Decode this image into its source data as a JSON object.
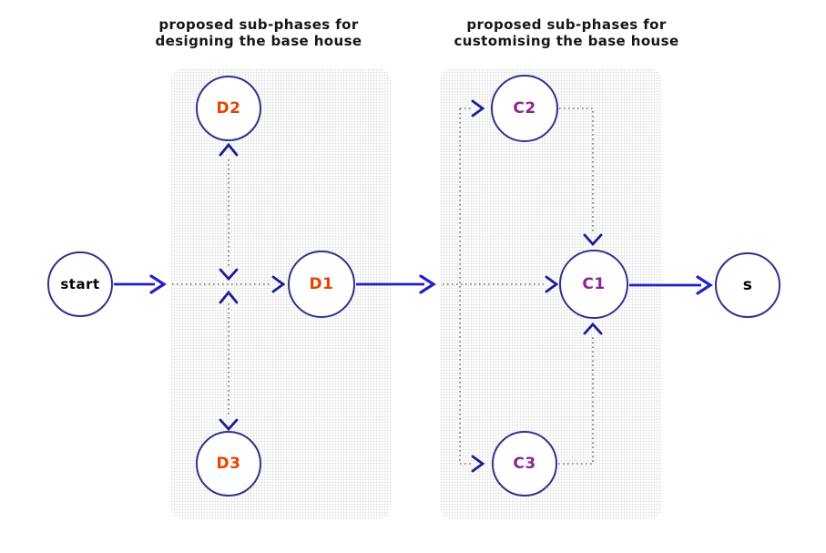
{
  "diagram": {
    "title_left": {
      "line1": "proposed sub-phases for",
      "line2": "designing the base house"
    },
    "title_right": {
      "line1": "proposed sub-phases for",
      "line2": "customising the base house"
    },
    "nodes": {
      "start": {
        "label": "start",
        "text_color": "#000000"
      },
      "d1": {
        "label": "D1",
        "text_color": "#e84300"
      },
      "d2": {
        "label": "D2",
        "text_color": "#e84300"
      },
      "d3": {
        "label": "D3",
        "text_color": "#e84300"
      },
      "c1": {
        "label": "C1",
        "text_color": "#8f2490"
      },
      "c2": {
        "label": "C2",
        "text_color": "#8f2490"
      },
      "c3": {
        "label": "C3",
        "text_color": "#8f2490"
      },
      "s": {
        "label": "s",
        "text_color": "#000000"
      }
    },
    "edges": [
      {
        "from": "start",
        "to": "D1",
        "style": "solid-arrow"
      },
      {
        "from": "D2",
        "to": "D1-inflow",
        "style": "dotted-bidirectional"
      },
      {
        "from": "D3",
        "to": "D1-inflow",
        "style": "dotted-bidirectional"
      },
      {
        "from": "D1",
        "to": "C1",
        "style": "solid-arrow"
      },
      {
        "from": "C1-inflow",
        "to": "C2",
        "style": "dotted-arrow"
      },
      {
        "from": "C2",
        "to": "C1",
        "style": "dotted-arrow"
      },
      {
        "from": "C1-inflow",
        "to": "C3",
        "style": "dotted-arrow"
      },
      {
        "from": "C3",
        "to": "C1",
        "style": "dotted-arrow"
      },
      {
        "from": "C1",
        "to": "s",
        "style": "solid-arrow"
      }
    ],
    "colors": {
      "node_border": "#32328c",
      "solid_arrow": "#2222c8",
      "dotted_line": "#73738c",
      "dotted_arrowhead": "#1c1c96",
      "d_label": "#e84300",
      "c_label": "#8f2490",
      "title_text": "#161616",
      "panel_dot": "#e3e3e3"
    }
  }
}
